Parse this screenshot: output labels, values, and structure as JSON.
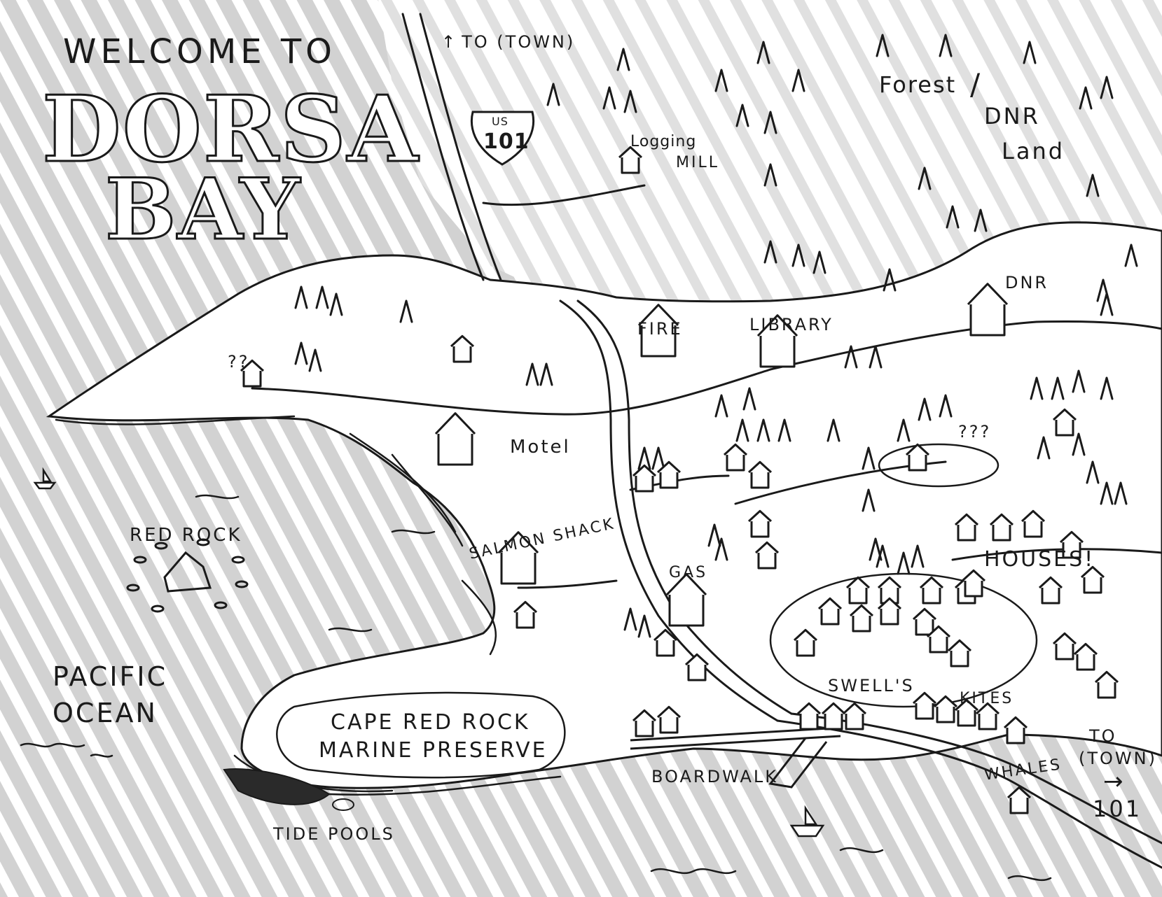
{
  "title": {
    "welcome": "WELCOME TO",
    "name_line1": "DORSA",
    "name_line2": "BAY"
  },
  "labels": {
    "to_town_north": "TO (TOWN)",
    "highway_shield_us": "US",
    "highway_shield_number": "101",
    "logging_mill_line1": "Logging",
    "logging_mill_line2": "MILL",
    "forest": "Forest",
    "dnr_land_line1": "DNR",
    "dnr_land_line2": "Land",
    "dnr": "DNR",
    "fire": "FIRE",
    "library": "LIBRARY",
    "motel": "Motel",
    "question_marks_hill": "??",
    "question_marks_town": "???",
    "red_rock": "RED ROCK",
    "salmon_shack": "SALMON SHACK",
    "gas": "GAS",
    "houses": "HOUSES!",
    "pacific_line1": "PACIFIC",
    "pacific_line2": "OCEAN",
    "preserve_line1": "CAPE RED ROCK",
    "preserve_line2": "MARINE PRESERVE",
    "swells": "SWELL'S",
    "kites": "KITES",
    "boardwalk": "BOARDWALK",
    "whales": "WHALES",
    "to_town_east_line1": "TO",
    "to_town_east_line2": "(TOWN)",
    "highway_east": "101",
    "tide_pools": "TIDE POOLS"
  },
  "colors": {
    "ink": "#1a1a1a",
    "water_shade": "#d2d2d2",
    "land": "#ffffff"
  }
}
